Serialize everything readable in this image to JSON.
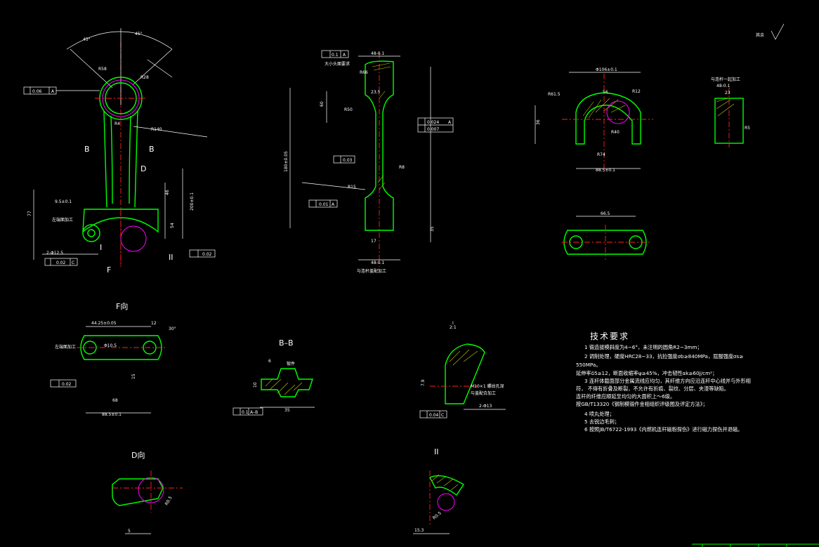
{
  "surface_symbol": "其余",
  "views": {
    "main_view_label": "F",
    "section_b_left": "B",
    "section_b_right": "B",
    "view_d_arrow": "D",
    "f_view_title": "F向",
    "bb_title": "B–B",
    "d_view_title": "D向",
    "detail_ii_title": "II",
    "detail_i_marker": "I",
    "detail_ii_marker": "II"
  },
  "main_view": {
    "angle_left": "45°",
    "angle_right": "45°",
    "dim_big_end_radius": "R58",
    "dim_small_r": "R28",
    "dim_r140": "R140",
    "dim_r4": "R4",
    "tolerance_top": "0.06",
    "datum_top": "A",
    "dim_len": "200±0.1",
    "dim_77": "77",
    "dim_54": "54",
    "dim_46": "46",
    "dim_b": "9.5±0.1",
    "dim_hole": "2-Φ12.5",
    "note_left": "左端面加工",
    "datum_bottom": "C",
    "tol_bottom": "0.02",
    "tol_right": "0.02"
  },
  "side_view": {
    "dim_top": "48-0.1",
    "tol_box1": "0.1",
    "tol_box1_datum": "A",
    "note_top": "大小头面要求",
    "dim_r66": "R66",
    "dim_23": "23.5",
    "dim_height": "180±0.05",
    "dim_r50": "R50",
    "dim_r8": "R8",
    "dim_r15": "R15",
    "tol_box2_a": "0.024",
    "tol_box2_b": "0.007",
    "tol_box2_datum": "A",
    "tol_box3": "0.03",
    "tol_box4": "0.01",
    "tol_box4_datum": "A",
    "dim_17": "17",
    "dim_bottom": "48-0.1",
    "note_bottom": "与连杆盖配加工",
    "dim_60": "60",
    "dim_35": "35"
  },
  "top_right": {
    "dim_top": "Φ106±0.1",
    "dim_56": "56",
    "dim_r12": "R12",
    "dim_left": "R61.5",
    "dim_r40": "R40",
    "dim_bottom1": "R74",
    "dim_bottom2": "88.5±0.1",
    "dim_36": "36"
  },
  "small_right": {
    "title": "与连杆一起加工",
    "dim_top": "48-0.1",
    "dim_23": "23",
    "dim_r5": "R5"
  },
  "cap_view": {
    "dim_top": "66.5"
  },
  "f_view": {
    "dim_top": "44.25±0.05",
    "dim_12": "12",
    "angle": "30°",
    "dim_hole": "Φ10.5",
    "note_left": "左端面加工",
    "tol_box": "0.02",
    "dim_mid": "15",
    "dim_bottom1": "68",
    "dim_bottom2": "88.5±0.1"
  },
  "bb_view": {
    "dim_6": "6",
    "dim_10": "10",
    "dim_35": "35",
    "note": "锻件",
    "tol_box": "0.1",
    "tol_datum": "A–B"
  },
  "detail_top": {
    "ratio": "2:1",
    "label_top": "I",
    "dim_7": "7.9",
    "note1": "M10×1 螺纹孔深",
    "note2": "与盖配合加工",
    "dim_bottom": "2-Φ13",
    "tol_box": "0.04",
    "tol_datum": "C"
  },
  "d_view": {
    "dim_5": "5",
    "dim_r0": "R0.5"
  },
  "detail_ii": {
    "dim_a": "R0.5",
    "dim_b": "15.3"
  },
  "tech_requirements": {
    "title": "技术要求",
    "lines": [
      "1 锻造拔模斜度为4~6°，未注明的圆角R2~3mm；",
      "2 调制处理，硬度HRC28~33，抗拉强度σb≥840MPa，屈服强度σs≥",
      "550MPa。",
      "延伸率δ5≥12，断面收缩率ψ≥45%，冲击韧性αk≥60J/cm²；",
      "3 连杆体截面部分金属流线应均匀，其纤维方向应沿连杆中心线并与外形相",
      "符，   不得有折叠及断裂，不允许有折痕、裂纹、分层、夹渣等缺陷。",
      "连杆的纤维应顺延至均匀的大面积上～6级。",
      "按GB/T13320《钢制模锻件金相组织评级图及评定方法》；",
      "4 喷丸处理；",
      "5 去锐边毛刺；",
      "6 按照JB/T6722-1993《内燃机连杆磁粉探伤》进行磁力探伤并退磁。"
    ]
  }
}
